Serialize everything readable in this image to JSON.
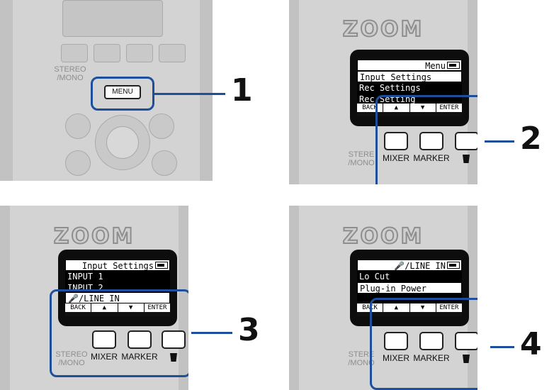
{
  "brand_logo": "ZOOM",
  "panel1": {
    "menu_button": "MENU",
    "faded_label": "STEREO\n/MONO",
    "step": "1"
  },
  "panel2": {
    "title": "Menu",
    "lines": [
      "Input Settings",
      "Rec Settings",
      "Rec Setting"
    ],
    "softkeys": [
      "BACK",
      "▲",
      "▼",
      "ENTER"
    ],
    "buttons": [
      "MIXER",
      "MARKER",
      ""
    ],
    "faded_label": "STEREO\n/MONO",
    "step": "2"
  },
  "panel3": {
    "title": "Input Settings",
    "lines": [
      "INPUT 1",
      "INPUT 2",
      "🎤/LINE IN"
    ],
    "softkeys": [
      "BACK",
      "▲",
      "▼",
      "ENTER"
    ],
    "buttons": [
      "MIXER",
      "MARKER",
      ""
    ],
    "faded_label": "STEREO\n/MONO",
    "step": "3"
  },
  "panel4": {
    "title": "🎤/LINE IN",
    "lines": [
      "Lo Cut",
      "Plug-in Power",
      ""
    ],
    "softkeys": [
      "BACK",
      "▲",
      "▼",
      "ENTER"
    ],
    "buttons": [
      "MIXER",
      "MARKER",
      ""
    ],
    "faded_label": "STEREO\n/MONO",
    "step": "4"
  },
  "colors": {
    "accent_blue": "#1d4f9c",
    "device_gray": "#d3d3d3"
  }
}
